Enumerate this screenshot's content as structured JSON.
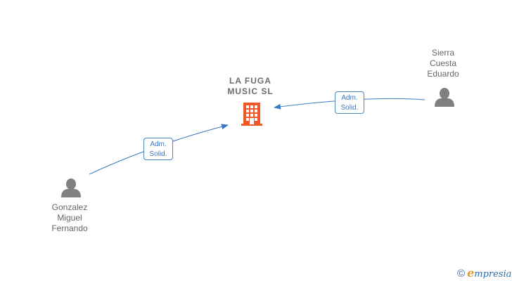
{
  "company": {
    "name": "LA FUGA\nMUSIC  SL",
    "icon": "building-icon",
    "icon_color": "#f05a28"
  },
  "people": [
    {
      "id": "gonzalez",
      "name": "Gonzalez\nMiguel\nFernando",
      "icon": "person-icon"
    },
    {
      "id": "sierra",
      "name": "Sierra\nCuesta\nEduardo",
      "icon": "person-icon"
    }
  ],
  "relations": [
    {
      "from": "gonzalez",
      "to": "company",
      "role_line1": "Adm.",
      "role_line2": "Solid."
    },
    {
      "from": "sierra",
      "to": "company",
      "role_line1": "Adm.",
      "role_line2": "Solid."
    }
  ],
  "colors": {
    "edge": "#3a78c2",
    "person": "#808080"
  },
  "footer": {
    "copyright_symbol": "©",
    "brand_initial": "e",
    "brand_rest": "mpresia"
  }
}
